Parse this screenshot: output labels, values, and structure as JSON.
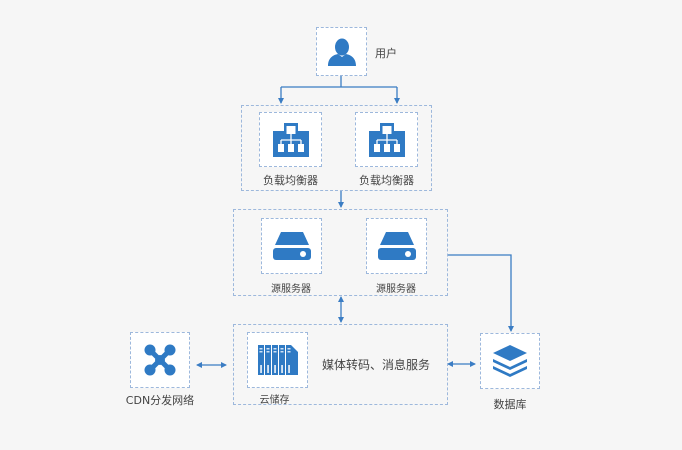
{
  "diagram": {
    "accent_color": "#2f7ac4",
    "line_color": "#3b7dc4",
    "nodes": {
      "user": {
        "label": "用户",
        "icon": "user-icon"
      },
      "load_balancer_1": {
        "label": "负载均衡器",
        "icon": "load-balancer-icon"
      },
      "load_balancer_2": {
        "label": "负载均衡器",
        "icon": "load-balancer-icon"
      },
      "origin_server_1": {
        "label": "源服务器",
        "icon": "server-icon"
      },
      "origin_server_2": {
        "label": "源服务器",
        "icon": "server-icon"
      },
      "cloud_storage": {
        "label": "云储存",
        "icon": "storage-icon"
      },
      "media_services": {
        "label": "媒体转码、消息服务"
      },
      "cdn": {
        "label": "CDN分发网络",
        "icon": "network-hub-icon"
      },
      "database": {
        "label": "数据库",
        "icon": "database-stack-icon"
      }
    },
    "edges": [
      {
        "from": "user",
        "to": "load_balancer_1",
        "type": "arrow"
      },
      {
        "from": "user",
        "to": "load_balancer_2",
        "type": "arrow"
      },
      {
        "from": "load_balancer_group",
        "to": "origin_server_group",
        "type": "arrow"
      },
      {
        "from": "origin_server_group",
        "to": "storage_group",
        "type": "bidirectional"
      },
      {
        "from": "origin_server_group",
        "to": "database",
        "type": "arrow"
      },
      {
        "from": "cdn",
        "to": "storage_group",
        "type": "bidirectional"
      },
      {
        "from": "storage_group",
        "to": "database",
        "type": "bidirectional"
      }
    ]
  }
}
